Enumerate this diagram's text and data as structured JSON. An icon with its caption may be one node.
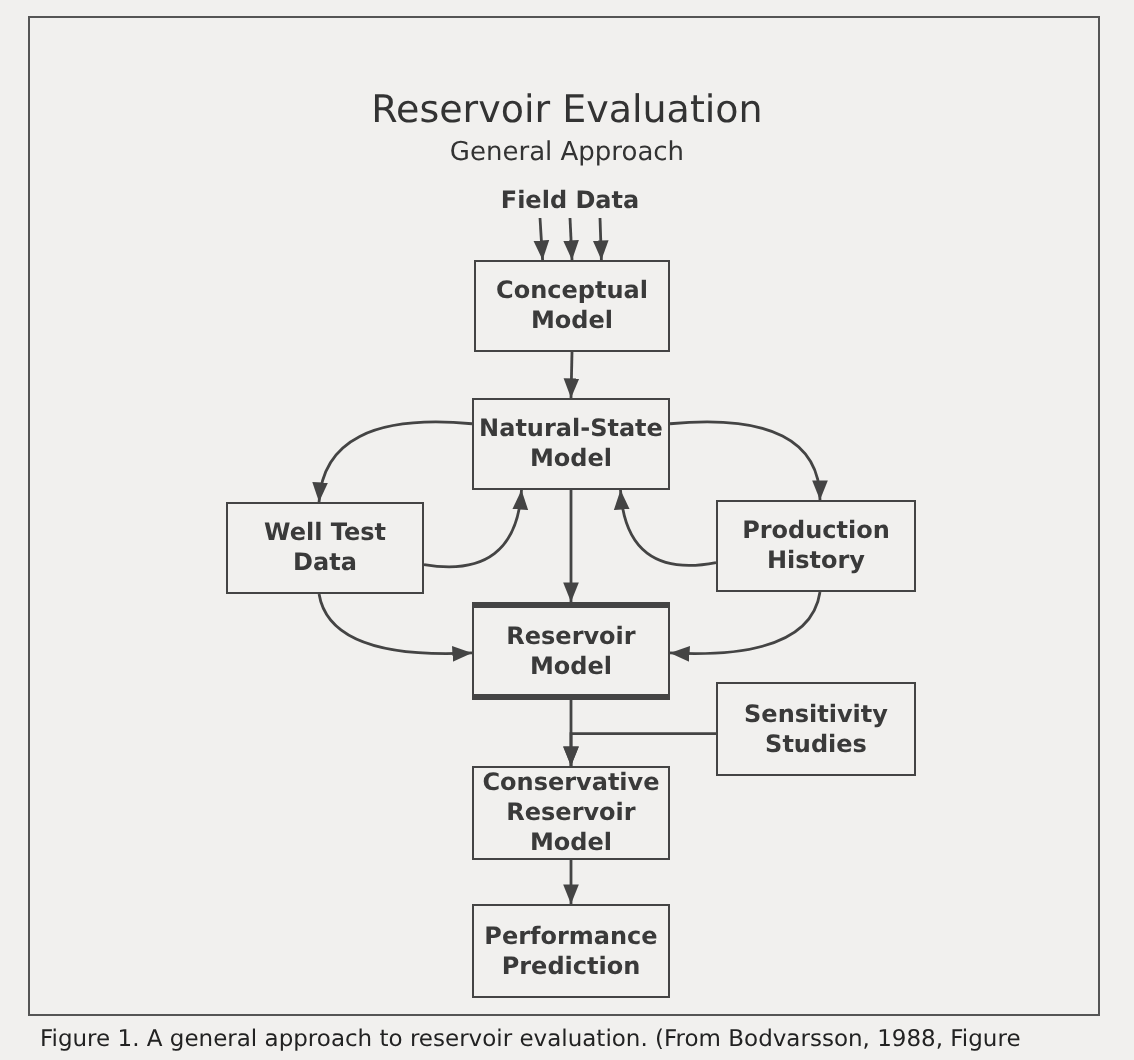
{
  "diagram": {
    "title": "Reservoir Evaluation",
    "caption": "Figure 1. A general approach to reservoir evaluation. (From Bodvarsson, 1988, Figure",
    "labels": [
      "General Approach"
    ],
    "nodes": [
      {
        "text": [
          "Field Data"
        ]
      },
      {
        "text": [
          "Conceptual Model"
        ]
      },
      {
        "text": [
          "Natural-State Model"
        ]
      },
      {
        "text": [
          "Well Test Data"
        ]
      },
      {
        "text": [
          "Production History"
        ]
      },
      {
        "text": [
          "Reservoir Model"
        ]
      },
      {
        "text": [
          "Sensitivity Studies"
        ]
      },
      {
        "text": [
          "Conservative Reservoir Model"
        ]
      },
      {
        "text": [
          "Performance Prediction"
        ]
      }
    ],
    "edges": [
      {
        "from": 0,
        "to": 1,
        "arrow": "to"
      },
      {
        "from": 0,
        "to": 1,
        "arrow": "to"
      },
      {
        "from": 0,
        "to": 1,
        "arrow": "to"
      },
      {
        "from": 1,
        "to": 2,
        "arrow": "to"
      },
      {
        "from": 2,
        "to": 3,
        "arrow": "to"
      },
      {
        "from": 3,
        "to": 2,
        "arrow": "to"
      },
      {
        "from": 2,
        "to": 4,
        "arrow": "to"
      },
      {
        "from": 4,
        "to": 2,
        "arrow": "to"
      },
      {
        "from": 2,
        "to": 5,
        "arrow": "to"
      },
      {
        "from": 3,
        "to": 5,
        "arrow": "to"
      },
      {
        "from": 4,
        "to": 5,
        "arrow": "to"
      },
      {
        "from": 5,
        "to": 7,
        "arrow": "to"
      },
      {
        "from": 6,
        "to": 7,
        "arrow": "to"
      },
      {
        "from": 7,
        "to": 8,
        "arrow": "to"
      }
    ]
  }
}
